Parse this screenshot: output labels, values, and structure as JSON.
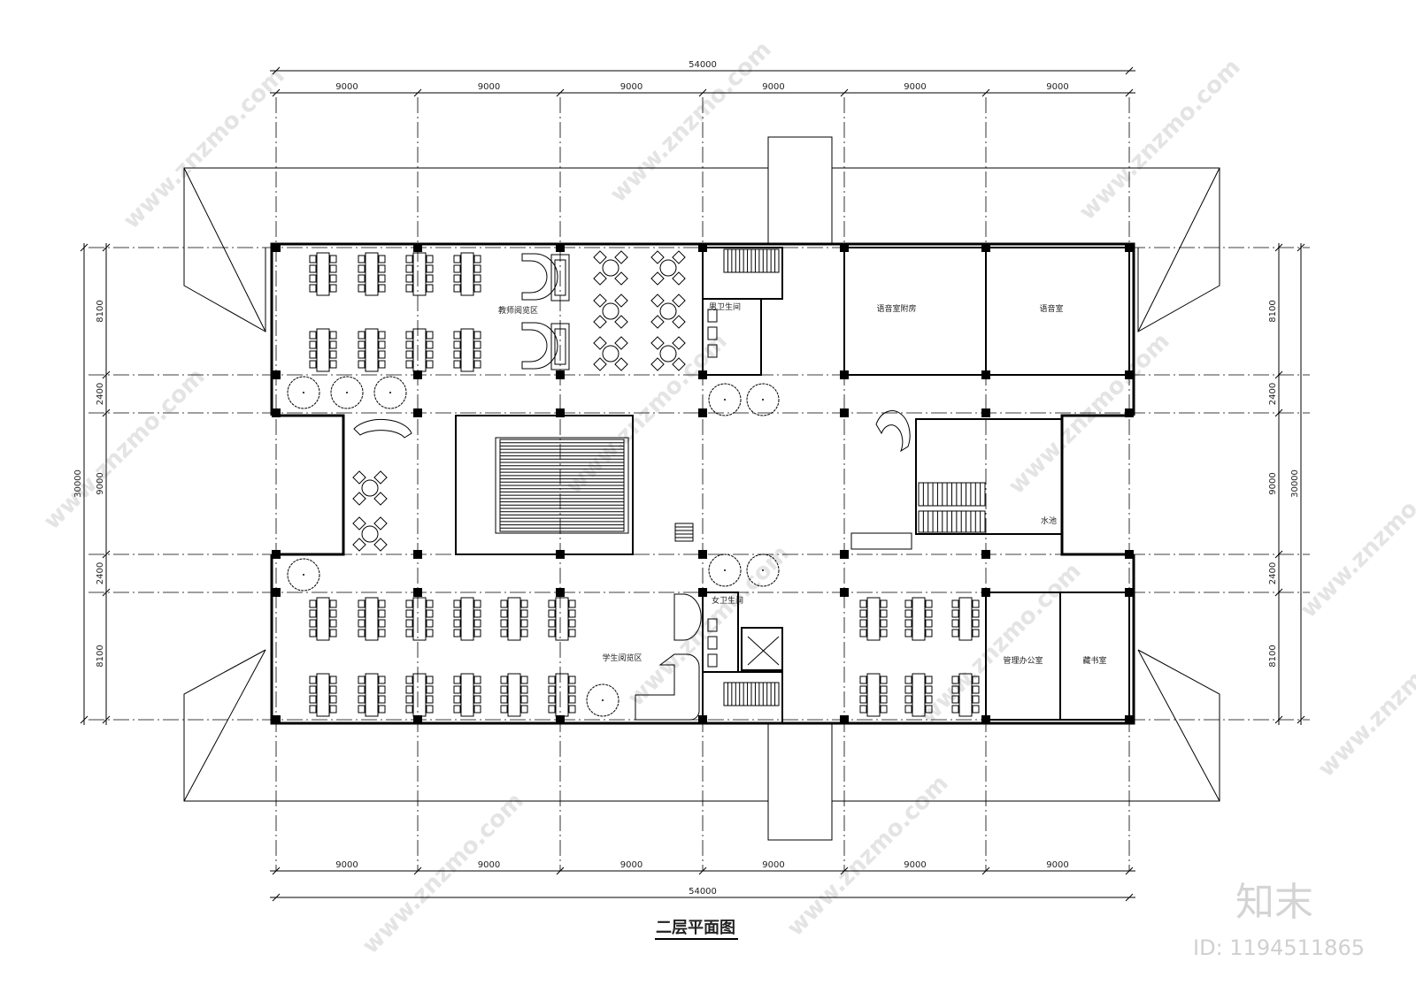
{
  "drawing": {
    "title": "二层平面图",
    "overall_width": "54000",
    "overall_depth": "30000",
    "bay_widths": [
      "9000",
      "9000",
      "9000",
      "9000",
      "9000",
      "9000"
    ],
    "bay_depths": [
      "8100",
      "2400",
      "9000",
      "2400",
      "8100"
    ]
  },
  "rooms": {
    "teacher_reading": "教师阅览区",
    "male_wc": "男卫生间",
    "language_annex": "语音室附房",
    "language_room": "语音室",
    "female_wc": "女卫生间",
    "student_reading": "学生阅览区",
    "pool": "水池",
    "admin_office": "管理办公室",
    "book_storage": "藏书室"
  },
  "watermark": {
    "logo": "知末",
    "id": "ID: 1194511865",
    "site": "www.znzmo.com"
  }
}
